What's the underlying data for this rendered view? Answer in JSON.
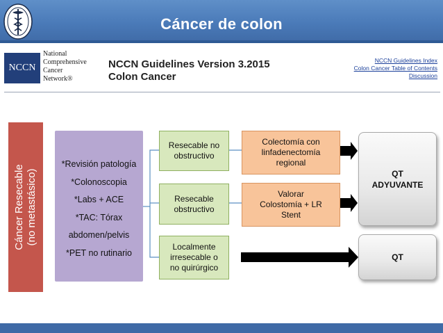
{
  "slide": {
    "title": "Cáncer de colon"
  },
  "nccn": {
    "logo_text": "NCCN",
    "org_lines": [
      "National",
      "Comprehensive",
      "Cancer",
      "Network®"
    ],
    "guideline_title": "NCCN Guidelines Version 3.2015",
    "guideline_subtitle": "Colon Cancer",
    "links": [
      "NCCN Guidelines Index",
      "Colon Cancer Table of Contents",
      "Discussion"
    ]
  },
  "flow": {
    "side_label": [
      "Cáncer Resecable",
      "(no metastásico)"
    ],
    "workup_items": [
      "*Revisión patología",
      "*Colonoscopia",
      "*Labs + ACE",
      "*TAC: Tórax",
      "abdomen/pelvis",
      "*PET no rutinario"
    ],
    "branch_1": [
      "Resecable no",
      "obstructivo"
    ],
    "branch_2": [
      "Resecable",
      "obstructivo"
    ],
    "branch_3": [
      "Localmente",
      "irresecable o",
      "no quirúrgico"
    ],
    "treatment_1": [
      "Colectomía con",
      "linfadenectomía",
      "regional"
    ],
    "treatment_2": [
      "Valorar",
      "Colostomía + LR",
      "Stent"
    ],
    "result_1": [
      "QT",
      "ADYUVANTE"
    ],
    "result_2": "QT"
  },
  "colors": {
    "title_bar": "#4a7ab8",
    "side_label": "#c4564c",
    "workup": "#b6a7d1",
    "branch": "#d8e8bd",
    "treatment": "#f8c49a",
    "result": "#e9e9e9"
  }
}
